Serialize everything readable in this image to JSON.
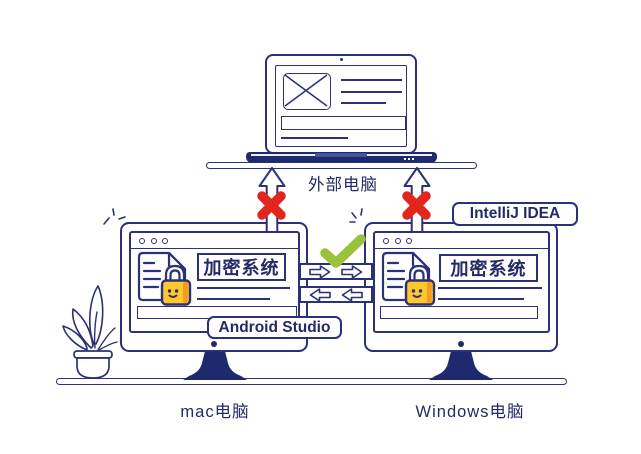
{
  "labels": {
    "external_computer": "外部电脑",
    "mac_computer": "mac电脑",
    "windows_computer": "Windows电脑"
  },
  "badges": {
    "android_studio": "Android Studio",
    "intellij_idea": "IntelliJ IDEA"
  },
  "windows_content": {
    "mac_window_title": "加密系统",
    "windows_window_title": "加密系统"
  },
  "colors": {
    "line_navy": "#2A3176",
    "solid_navy": "#1F2A6E",
    "blocked_red": "#E3261D",
    "allowed_green": "#9AC23C",
    "lock_yellow": "#FFC72B",
    "lock_shade_orange": "#F49D1D"
  },
  "icons": {
    "blocked": "red-x-icon",
    "allowed": "green-check-icon",
    "document": "locked-document-icon",
    "plant": "potted-plant-icon",
    "up_arrow": "up-arrow-icon",
    "transfer_right": "right-arrow-icon",
    "transfer_left": "left-arrow-icon"
  }
}
